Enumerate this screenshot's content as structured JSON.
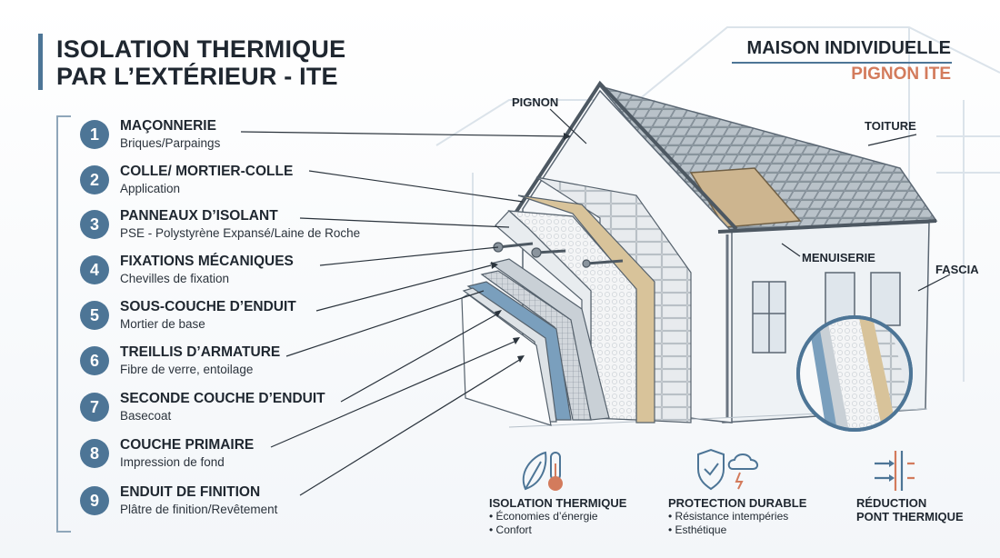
{
  "title": {
    "line1": "ISOLATION THERMIQUE",
    "line2": "PAR L’EXTÉRIEUR - ITE"
  },
  "context": {
    "line1": "MAISON INDIVIDUELLE",
    "line2": "PIGNON ITE"
  },
  "colors": {
    "accent": "#4d7596",
    "accent_orange": "#d37b5c",
    "insulation_tan": "#d8c39a",
    "render_blue": "#7a9fbd",
    "ink": "#1f2730"
  },
  "steps": [
    {
      "number": "1",
      "name": "MAÇONNERIE",
      "desc": "Briques/Parpaings"
    },
    {
      "number": "2",
      "name": "COLLE/ MORTIER-COLLE",
      "desc": "Application"
    },
    {
      "number": "3",
      "name": "PANNEAUX D’ISOLANT",
      "desc": "PSE - Polystyrène Expansé/Laine de Roche"
    },
    {
      "number": "4",
      "name": "FIXATIONS MÉCANIQUES",
      "desc": "Chevilles de fixation"
    },
    {
      "number": "5",
      "name": "SOUS-COUCHE D’ENDUIT",
      "desc": "Mortier de base"
    },
    {
      "number": "6",
      "name": "TREILLIS D’ARMATURE",
      "desc": "Fibre de verre, entoilage"
    },
    {
      "number": "7",
      "name": "SECONDE COUCHE D’ENDUIT",
      "desc": "Basecoat"
    },
    {
      "number": "8",
      "name": "COUCHE PRIMAIRE",
      "desc": "Impression de fond"
    },
    {
      "number": "9",
      "name": "ENDUIT DE FINITION",
      "desc": "Plâtre de finition/Revêtement"
    }
  ],
  "callouts": {
    "pignon": "PIGNON",
    "toiture": "TOITURE",
    "menuiserie": "MENUISERIE",
    "fascia": "FASCIA"
  },
  "benefits": [
    {
      "title": "ISOLATION THERMIQUE",
      "lines": [
        "• Économies d’énergie",
        "• Confort"
      ],
      "icon": "leaf-thermometer-icon"
    },
    {
      "title": "PROTECTION DURABLE",
      "lines": [
        "• Résistance intempéries",
        "• Esthétique"
      ],
      "icon": "shield-cloud-icon"
    },
    {
      "title": "RÉDUCTION",
      "lines": [
        "PONT THERMIQUE"
      ],
      "icon": "thermal-bridge-icon"
    }
  ]
}
